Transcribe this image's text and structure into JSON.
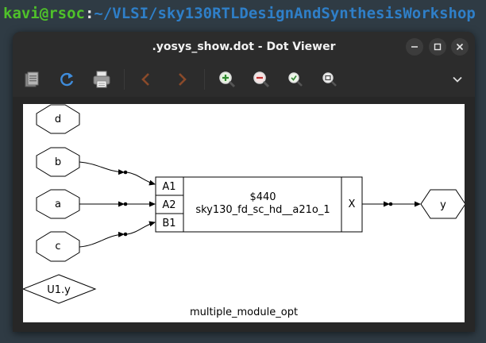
{
  "terminal": {
    "user_host": "kavi@rsoc",
    "colon": ":",
    "path": "~/VLSI/sky130RTLDesignAndSynthesisWorkshop"
  },
  "window": {
    "title": ".yosys_show.dot - Dot Viewer"
  },
  "toolbar": {
    "items": [
      {
        "name": "open-icon"
      },
      {
        "name": "reload-icon"
      },
      {
        "name": "print-icon"
      },
      {
        "name": "back-icon"
      },
      {
        "name": "forward-icon"
      },
      {
        "name": "zoom-in-icon"
      },
      {
        "name": "zoom-out-icon"
      },
      {
        "name": "zoom-fit-icon"
      },
      {
        "name": "zoom-100-icon"
      },
      {
        "name": "menu-chevron-icon"
      }
    ]
  },
  "graph": {
    "caption": "multiple_module_opt",
    "nodes": {
      "d": "d",
      "b": "b",
      "a": "a",
      "c": "c",
      "u1y": "U1.y",
      "y": "y"
    },
    "cell": {
      "id": "$440",
      "type": "sky130_fd_sc_hd__a21o_1",
      "inputs": [
        "A1",
        "A2",
        "B1"
      ],
      "output": "X"
    },
    "colors": {
      "stroke": "#000000",
      "background": "#ffffff"
    }
  }
}
